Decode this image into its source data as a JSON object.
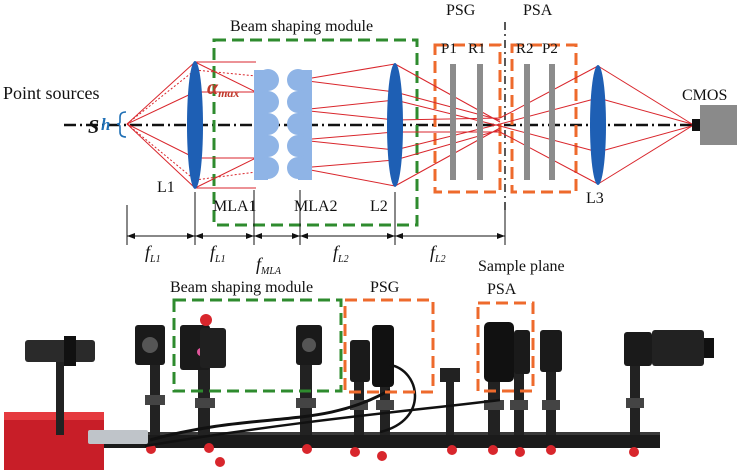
{
  "labels": {
    "beam_shaping_module": "Beam shaping module",
    "psg": "PSG",
    "psa": "PSA",
    "p1": "P1",
    "r1": "R1",
    "r2": "R2",
    "p2": "P2",
    "point_sources": "Point sources",
    "source": "S",
    "source_height": "h",
    "alpha": "α",
    "alpha_sub": "max",
    "l1": "L1",
    "mla1": "MLA1",
    "mla2": "MLA2",
    "l2": "L2",
    "l3": "L3",
    "cmos": "CMOS",
    "sample_plane": "Sample plane",
    "bottom_beam_shaping_module": "Beam shaping module",
    "bottom_psg": "PSG",
    "bottom_psa": "PSA"
  },
  "dimensions": [
    {
      "base": "f",
      "sub": "L1"
    },
    {
      "base": "f",
      "sub": "L1"
    },
    {
      "base": "f",
      "sub": "MLA"
    },
    {
      "base": "f",
      "sub": "L2"
    },
    {
      "base": "f",
      "sub": "L2"
    }
  ],
  "colors": {
    "lens_blue": "#1e5fb4",
    "microlens_blue": "#8fb4e6",
    "beam_red": "#d9262c",
    "module_green": "#2e8b2e",
    "psg_orange": "#ee6a2c",
    "plate_gray": "#8c8c8c",
    "cmos_gray": "#8a8a8a",
    "alpha_red": "#c0392b",
    "h_blue": "#1f6fb5"
  }
}
